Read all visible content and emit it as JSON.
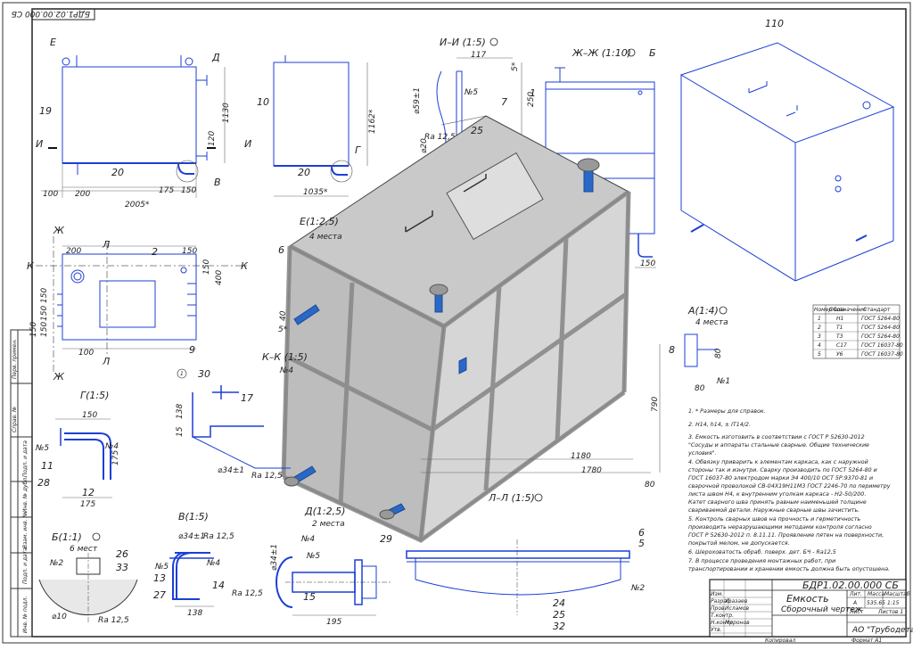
{
  "views": {
    "top_left": {
      "e": "Е",
      "d": "Д",
      "i_left": "И",
      "i_right": "И",
      "v": "В",
      "part19": "19",
      "part20": "20",
      "dim_100": "100",
      "dim_200": "200",
      "dim_2005": "2005*",
      "dim_175": "175",
      "dim_150": "150",
      "dim_1130": "1130",
      "dim_120": "120"
    },
    "top_mid": {
      "part10": "10",
      "part20": "20",
      "g": "Г",
      "dim_1035": "1035*",
      "dim_1162": "1162*"
    },
    "plan": {
      "zh_top": "Ж",
      "zh_bottom": "Ж",
      "l_top": "Л",
      "l_bottom": "Л",
      "k_left": "К",
      "k_right": "К",
      "part2": "2",
      "part9": "9",
      "dim_200": "200",
      "dim_150a": "150",
      "dim_150b": "150",
      "dim_400": "400",
      "dim_100": "100",
      "dim_150c": "150",
      "dim_150d": "150",
      "dim_150e": "150",
      "dim_150f": "150"
    },
    "section_ii": {
      "title": "И–И (1:5)",
      "dim_117": "117",
      "dim_5": "5*",
      "n5": "№5",
      "dim_250": "250",
      "dim_59": "⌀59±1",
      "ra": "Ra 12,5",
      "dim_20": "⌀20",
      "part7": "7"
    },
    "section_zhzh": {
      "title": "Ж–Ж (1:10)",
      "b": "Б",
      "part1": "1",
      "dim_150": "150"
    },
    "iso_small": {
      "label": "110"
    },
    "main": {
      "e_label": "Е(1:2,5)",
      "e_count": "4 места",
      "d_label": "Д(1:2,5)",
      "d_count": "2 места",
      "part6": "6",
      "dim_40": "40",
      "dim_5": "5*",
      "part25": "25",
      "dim_1780": "1780",
      "dim_1180": "1180",
      "dim_790": "790",
      "dim_80": "80"
    },
    "section_a": {
      "title": "А(1:4)",
      "count": "4 места",
      "part8": "8",
      "dim_80a": "80",
      "dim_80b": "80",
      "n1": "№1"
    },
    "section_kk": {
      "title": "К–К (1:5)",
      "n1": "1",
      "n4": "№4",
      "part30": "30",
      "part17": "17",
      "dim_34": "⌀34±1",
      "ra": "Ra 12,5",
      "dim_138": "138",
      "dim_15": "15"
    },
    "detail_g": {
      "title": "Г(1:5)",
      "dim_150": "150",
      "n5": "№5",
      "n4": "№4",
      "part11": "11",
      "part28": "28",
      "part12": "12",
      "dim_175a": "175",
      "dim_175b": "175"
    },
    "detail_b": {
      "title": "Б(1:1)",
      "count": "6 мест",
      "n2": "№2",
      "part26": "26",
      "part33": "33",
      "dim_10": "⌀10",
      "ra": "Ra 12,5"
    },
    "detail_v": {
      "title": "В(1:5)",
      "dim_34": "⌀34±1",
      "ra": "Ra 12,5",
      "n5": "№5",
      "part13": "13",
      "part27": "27",
      "n4": "№4",
      "part14": "14",
      "dim_138": "138"
    },
    "detail_flange": {
      "n4": "№4",
      "n5": "№5",
      "part29": "29",
      "dim_34": "⌀34±1",
      "ra": "Ra 12,5",
      "part15": "15",
      "dim_195": "195"
    },
    "section_ll": {
      "title": "Л–Л (1:5)",
      "part6": "6",
      "part5": "5",
      "n2": "№2",
      "part24": "24",
      "part25": "25",
      "part32": "32"
    }
  },
  "vertical_code": "БДР1.02.00.000 СБ",
  "bom_table": {
    "headers": [
      "Номер шва",
      "Обозначение",
      "Стандарт"
    ],
    "rows": [
      [
        "1",
        "Н1",
        "ГОСТ 5264-80"
      ],
      [
        "2",
        "Т1",
        "ГОСТ 5264-80"
      ],
      [
        "3",
        "Т3",
        "ГОСТ 5264-80"
      ],
      [
        "4",
        "С17",
        "ГОСТ 16037-80"
      ],
      [
        "5",
        "У6",
        "ГОСТ 16037-80"
      ]
    ]
  },
  "notes": [
    "1. * Размеры для справок.",
    "2. Н14, h14, ± IT14/2.",
    "3. Емкость изготовить в соответствии с ГОСТ Р 52630-2012",
    "\"Сосуды и аппараты стальные сварные. Общие технические",
    "условия\".",
    "4. Обвязку приварить к элементам каркаса, как с наружной",
    "стороны так и изнутри. Сварку производить по ГОСТ 5264-80 и",
    "ГОСТ 16037-80 электродом марки Э4 400/10 ОСТ 5Р.9370-81 и",
    "сварочной проволокой СВ-04Х19Н11М3 ГОСТ 2246-70 по периметру",
    "листа швом Н4, к внутренним уголкам каркаса - Н2-50/200.",
    "Катет сварного шва принять равным наименьшей толщине",
    "свариваемой детали. Наружные сварные швы зачистить.",
    "5. Контроль сварных швов на прочность и герметичность",
    "производить неразрушающими методами контроля согласно",
    "ГОСТ Р 52630-2012 п. 8.11.11. Проявление пятен на поверхности,",
    "покрытой мелом, не допускается.",
    "6. Шероховатость обраб. поверх. дет. БЧ - Ra12,5",
    "7. В процессе проведения монтажных работ, при",
    "транспортировании и хранении емкость должна быть опустошена."
  ],
  "title_block": {
    "code": "БДР1.02.00.000 СБ",
    "name": "Емкость",
    "doc_type": "Сборочный чертеж",
    "company": "АО \"Трубодеталь\"",
    "lit_header": "Лит.",
    "mass_header": "Масса",
    "scale_header": "Масштаб",
    "lit": "А",
    "mass": "535.65",
    "scale": "1:15",
    "sheet": "Лист",
    "sheets": "Листов 1",
    "rows": [
      "Изм.",
      "Разраб.",
      "Пров.",
      "Т.контр.",
      "Н.контр.",
      "Утв."
    ],
    "names": [
      "Уразаев",
      "Исламов",
      "",
      "Миронов",
      ""
    ],
    "copied": "Копировал",
    "format": "Формат А1"
  },
  "side_stamps": [
    "Перв. примен.",
    "Справ. №",
    "Подп. и дата",
    "Инв. № дубл.",
    "Взам. инв. №",
    "Подп. и дата",
    "Инв. № подл."
  ]
}
